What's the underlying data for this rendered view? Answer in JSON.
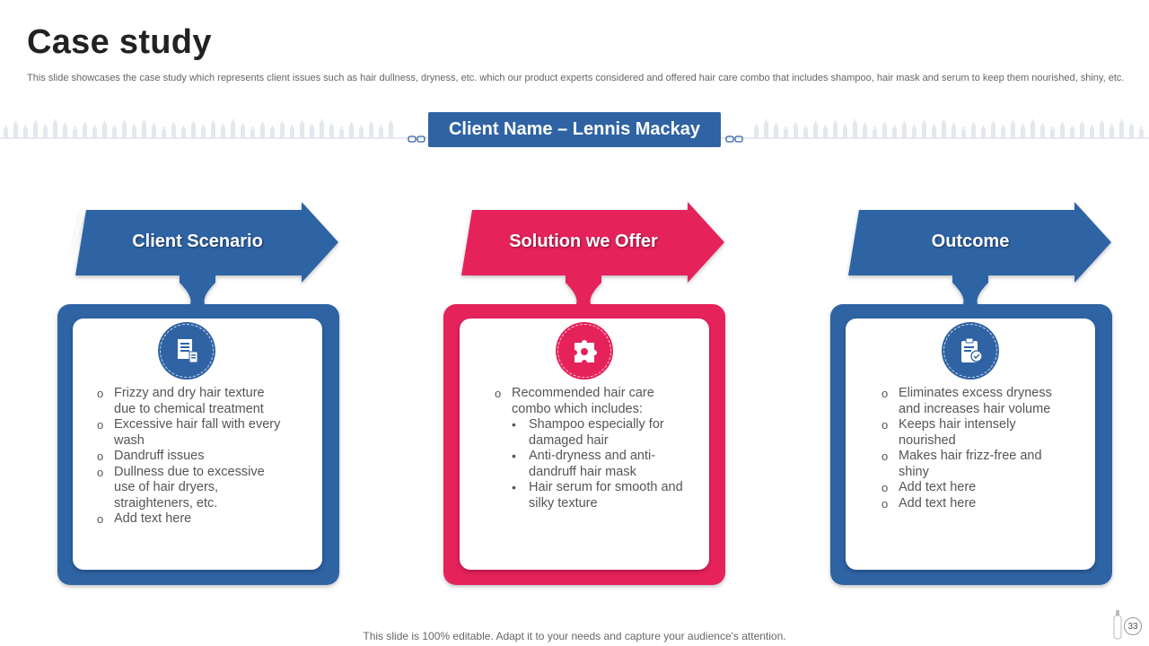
{
  "header": {
    "title": "Case study",
    "subtitle": "This slide showcases the case study which represents client issues such as hair dullness, dryness, etc. which our product experts considered and offered hair care combo that includes shampoo, hair mask and serum to keep them nourished, shiny, etc."
  },
  "client": {
    "name": "Client Name – Lennis Mackay"
  },
  "colors": {
    "blue": "#2f63a4",
    "pink": "#e5235a"
  },
  "panels": [
    {
      "heading": "Client Scenario",
      "icon": "document-icon",
      "items": [
        {
          "text": "Frizzy and dry hair texture due to chemical treatment"
        },
        {
          "text": "Excessive hair fall with every wash"
        },
        {
          "text": "Dandruff issues"
        },
        {
          "text": "Dullness due to excessive use of hair dryers, straighteners, etc."
        },
        {
          "text": "Add text here"
        }
      ]
    },
    {
      "heading": "Solution we Offer",
      "icon": "puzzle-icon",
      "items": [
        {
          "text": "Recommended hair care combo which includes:"
        }
      ],
      "subitems": [
        "Shampoo especially for damaged hair",
        "Anti-dryness and anti-dandruff hair mask",
        "Hair serum for smooth and silky texture"
      ]
    },
    {
      "heading": "Outcome",
      "icon": "clipboard-check-icon",
      "items": [
        {
          "text": "Eliminates excess dryness and increases hair volume"
        },
        {
          "text": "Keeps hair intensely nourished"
        },
        {
          "text": "Makes hair frizz-free and shiny"
        },
        {
          "text": "Add text here"
        },
        {
          "text": "Add text here"
        }
      ]
    }
  ],
  "footer": {
    "text": "This slide is 100% editable. Adapt it to your needs and capture your audience's attention."
  },
  "page": {
    "number": "33"
  }
}
